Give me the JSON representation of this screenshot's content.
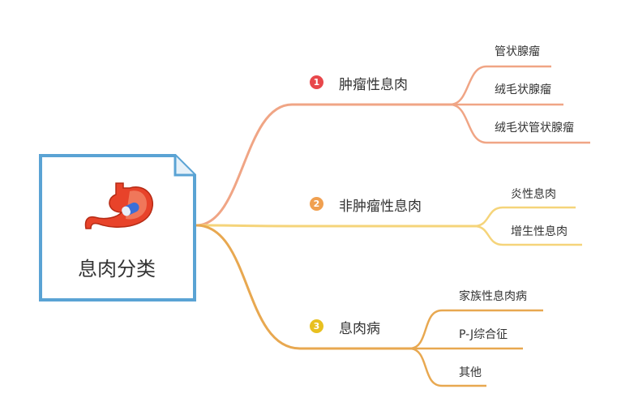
{
  "root": {
    "title": "息肉分类",
    "icon": "stomach-icon"
  },
  "branches": [
    {
      "num": "1",
      "label": "肿瘤性息肉",
      "color": "#f0a585",
      "badge_color": "#e8474b",
      "children": [
        "管状腺瘤",
        "绒毛状腺瘤",
        "绒毛状管状腺瘤"
      ]
    },
    {
      "num": "2",
      "label": "非肿瘤性息肉",
      "color": "#f5d47a",
      "badge_color": "#f0a050",
      "children": [
        "炎性息肉",
        "增生性息肉"
      ]
    },
    {
      "num": "3",
      "label": "息肉病",
      "color": "#e8a850",
      "badge_color": "#e8c020",
      "children": [
        "家族性息肉病",
        "P-J综合征",
        "其他"
      ]
    }
  ]
}
